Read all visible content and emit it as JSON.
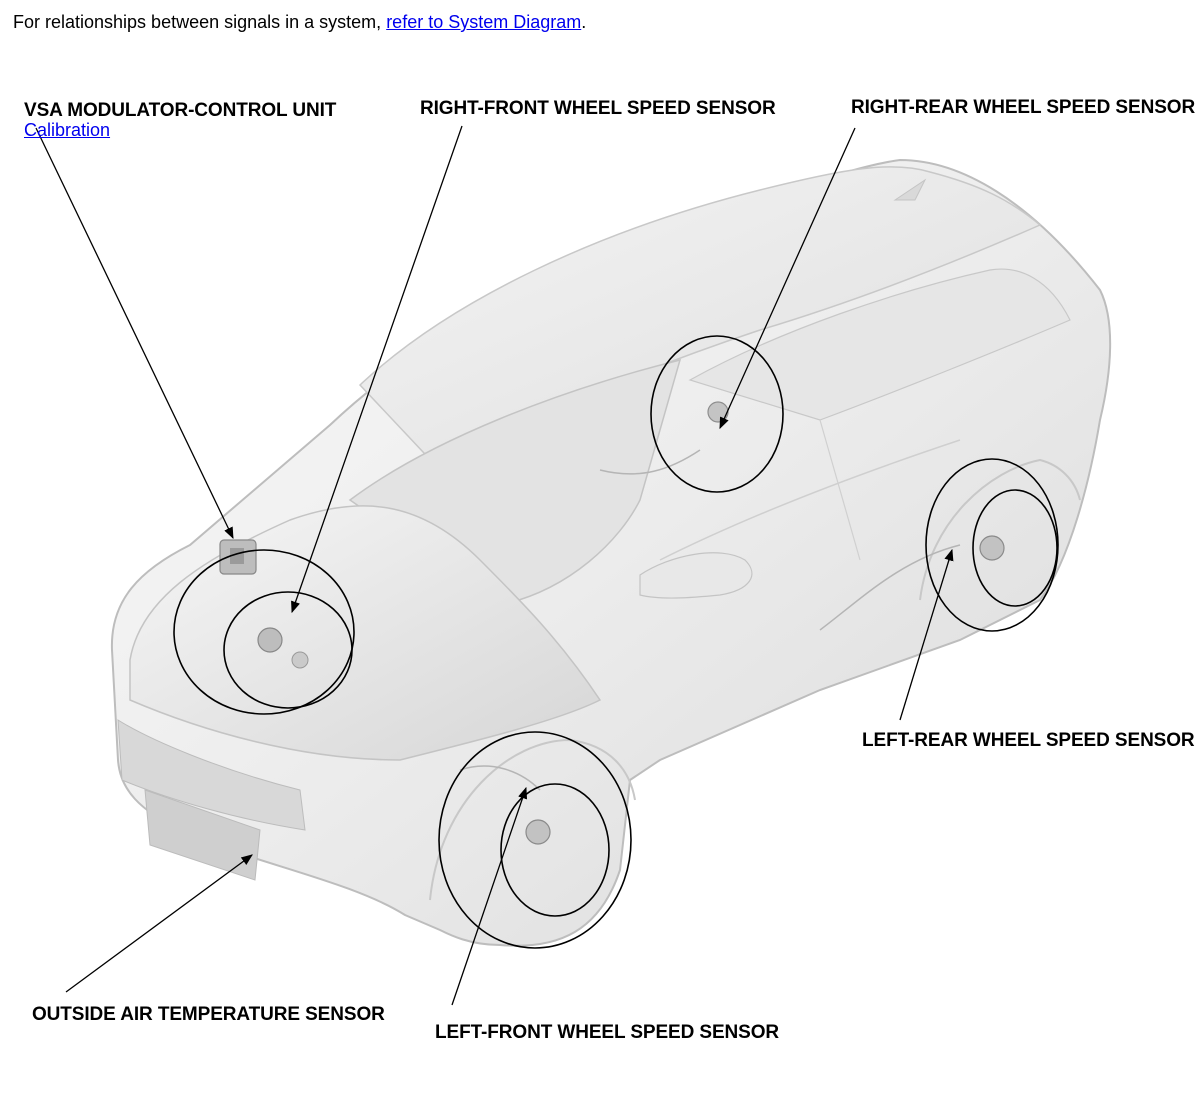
{
  "intro": {
    "prefix": "For relationships between signals in a system, ",
    "link": "refer to System Diagram",
    "suffix": "."
  },
  "labels": {
    "vsa_unit": "VSA MODULATOR-CONTROL UNIT",
    "calibration_link": "Calibration",
    "right_front": "RIGHT-FRONT WHEEL SPEED SENSOR",
    "right_rear": "RIGHT-REAR WHEEL SPEED SENSOR",
    "left_rear": "LEFT-REAR WHEEL SPEED SENSOR",
    "outside_air": "OUTSIDE AIR TEMPERATURE SENSOR",
    "left_front": "LEFT-FRONT WHEEL SPEED SENSOR"
  }
}
